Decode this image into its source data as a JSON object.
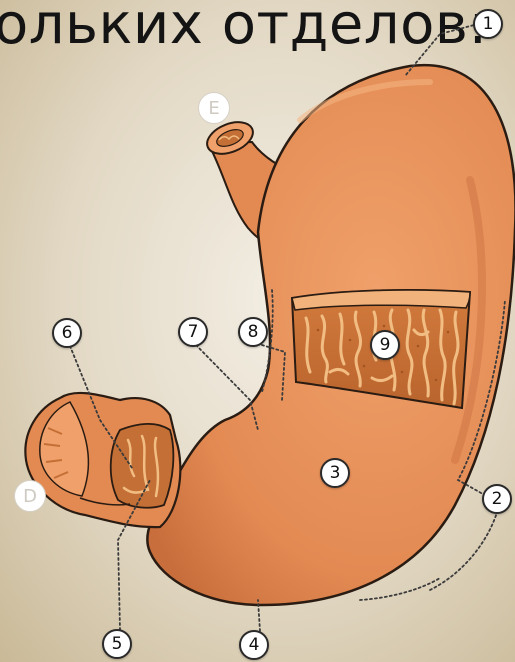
{
  "slide": {
    "heading": "ольких отделов:"
  },
  "diagram": {
    "colors": {
      "stomach": "#e58d57",
      "stomach_dark": "#bf6838",
      "interior": "#c46f35",
      "rugae": "#f2bd82",
      "outline": "#2a1c12",
      "leader": "#3b3b3b"
    },
    "number_labels": [
      "1",
      "2",
      "3",
      "4",
      "5",
      "6",
      "7",
      "8",
      "9"
    ],
    "letter_labels": [
      "E",
      "D"
    ]
  }
}
